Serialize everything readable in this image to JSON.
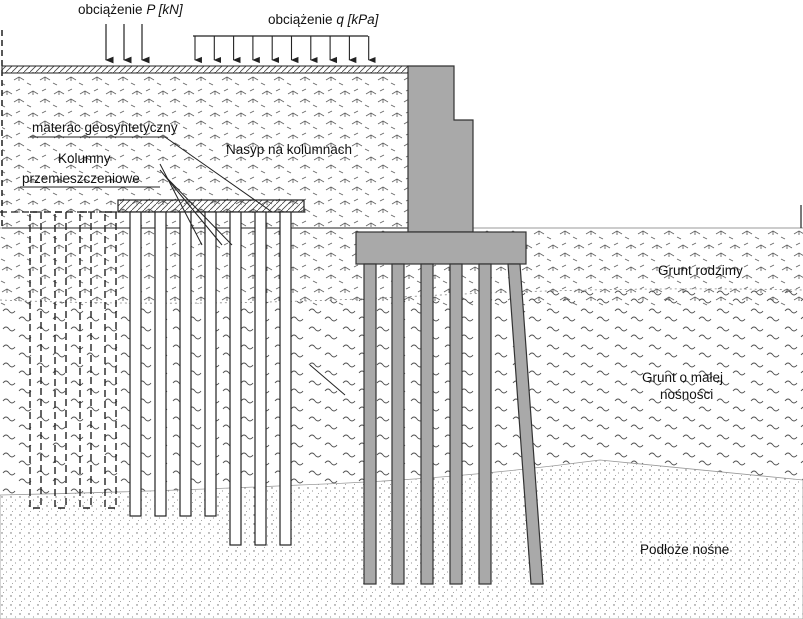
{
  "labels": {
    "point_load_prefix": "obciążenie ",
    "point_load_symbol": "P",
    "point_load_unit": " [kN]",
    "dist_load_prefix": "obciążenie ",
    "dist_load_symbol": "q",
    "dist_load_unit": " [kPa]",
    "geosynthetic_mattress": "materac geosyntetyczny",
    "columns_line1": "Kolumny",
    "columns_line2": "przemieszczeniowe",
    "embankment": "Nasyp na kolumnach",
    "native_soil": "Grunt rodzimy",
    "weak_soil_line1": "Grunt o małej",
    "weak_soil_line2": "nośności",
    "bearing_subsoil": "Podłoże nośne"
  },
  "colors": {
    "pile": "#a9a9a9",
    "pile_stroke": "#333333",
    "background": "#ffffff",
    "line": "#222222"
  }
}
